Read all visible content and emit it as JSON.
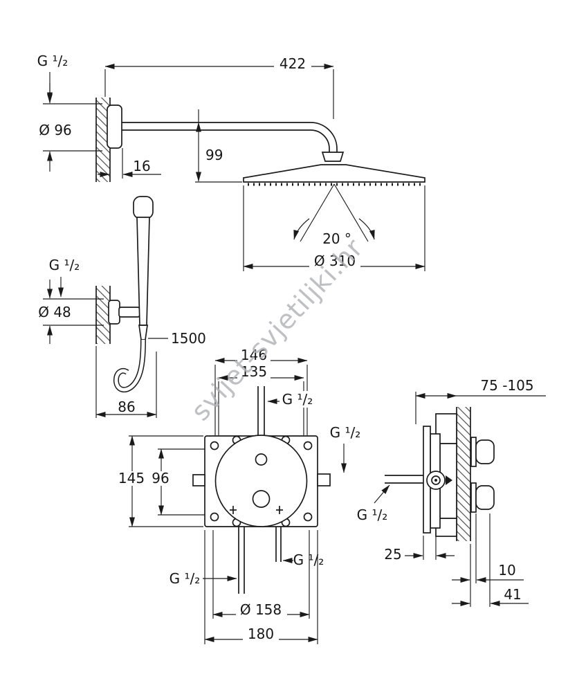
{
  "drawing": {
    "watermark": "svijet-svjetiljki.hr",
    "head_shower": {
      "thread": "G ¹/₂",
      "escutcheon_dia": "Ø 96",
      "arm_length": "422",
      "drop_height": "99",
      "escutcheon_depth": "16",
      "spray_angle": "20 °",
      "head_dia": "Ø 310"
    },
    "hand_shower": {
      "thread": "G ¹/₂",
      "holder_dia": "Ø 48",
      "hose_length": "1500",
      "wall_offset": "86"
    },
    "mixer_front": {
      "width_146": "146",
      "width_135": "135",
      "thread_top": "G ¹/₂",
      "height_145": "145",
      "height_96": "96",
      "thread_right": "G ¹/₂",
      "thread_bottom_right": "G ¹/₂",
      "thread_bottom_left": "G ¹/₂",
      "rough_in_dia": "Ø 158",
      "width_180": "180"
    },
    "mixer_side": {
      "install_depth": "75 -105",
      "thread_inlet": "G ¹/₂",
      "depth_25": "25",
      "depth_10": "10",
      "depth_41": "41"
    }
  }
}
